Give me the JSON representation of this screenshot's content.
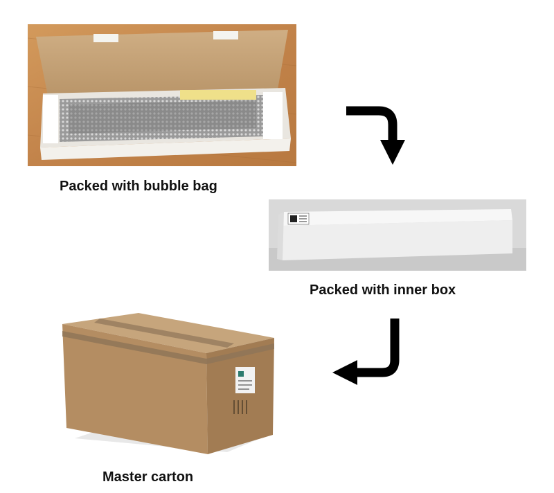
{
  "steps": [
    {
      "caption": "Packed with bubble bag",
      "photo": "open-shipping-box-with-bubble-wrapped-fixture"
    },
    {
      "caption": "Packed with inner box",
      "photo": "closed-white-inner-box"
    },
    {
      "caption": "Master carton",
      "photo": "taped-brown-master-carton"
    }
  ],
  "arrows": [
    "curved-arrow-down-icon",
    "curved-arrow-down-left-icon"
  ],
  "colors": {
    "caption_text": "#111111",
    "arrow": "#000000",
    "kraft": "#b8956a",
    "wood": "#c98a4e"
  }
}
